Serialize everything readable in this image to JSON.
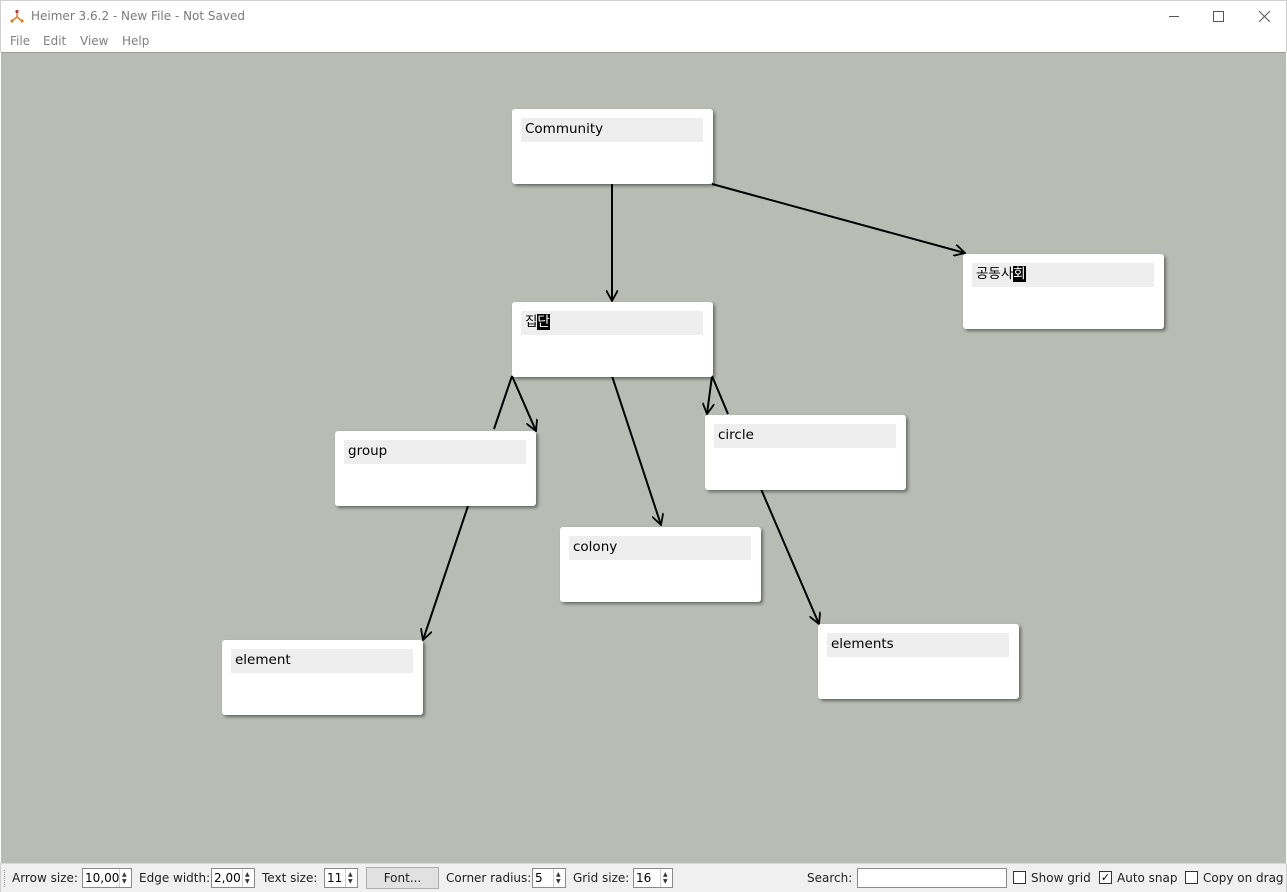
{
  "window": {
    "title": "Heimer 3.6.2 - New File - Not Saved"
  },
  "menu": [
    "File",
    "Edit",
    "View",
    "Help"
  ],
  "nodes": {
    "community": {
      "text": "Community"
    },
    "gongdong": {
      "text": "공동사",
      "cursor": "회"
    },
    "jip": {
      "text": "집",
      "cursor": "단"
    },
    "group": {
      "text": "group"
    },
    "circle": {
      "text": "circle"
    },
    "colony": {
      "text": "colony"
    },
    "element": {
      "text": "element"
    },
    "elements": {
      "text": "elements"
    }
  },
  "toolbar": {
    "arrow_size_label": "Arrow size:",
    "arrow_size_value": "10,00",
    "edge_width_label": "Edge width:",
    "edge_width_value": "2,00",
    "text_size_label": "Text size:",
    "text_size_value": "11",
    "font_button": "Font...",
    "corner_radius_label": "Corner radius:",
    "corner_radius_value": "5",
    "grid_size_label": "Grid size:",
    "grid_size_value": "16",
    "search_label": "Search:",
    "search_value": "",
    "show_grid_label": "Show grid",
    "show_grid_checked": false,
    "auto_snap_label": "Auto snap",
    "auto_snap_checked": true,
    "copy_on_drag_label": "Copy on drag",
    "copy_on_drag_checked": false
  },
  "colors": {
    "canvas_background": "#b9bcb5",
    "node_background": "#ffffff",
    "node_text_background": "#eeeeee",
    "edge": "#000000"
  }
}
